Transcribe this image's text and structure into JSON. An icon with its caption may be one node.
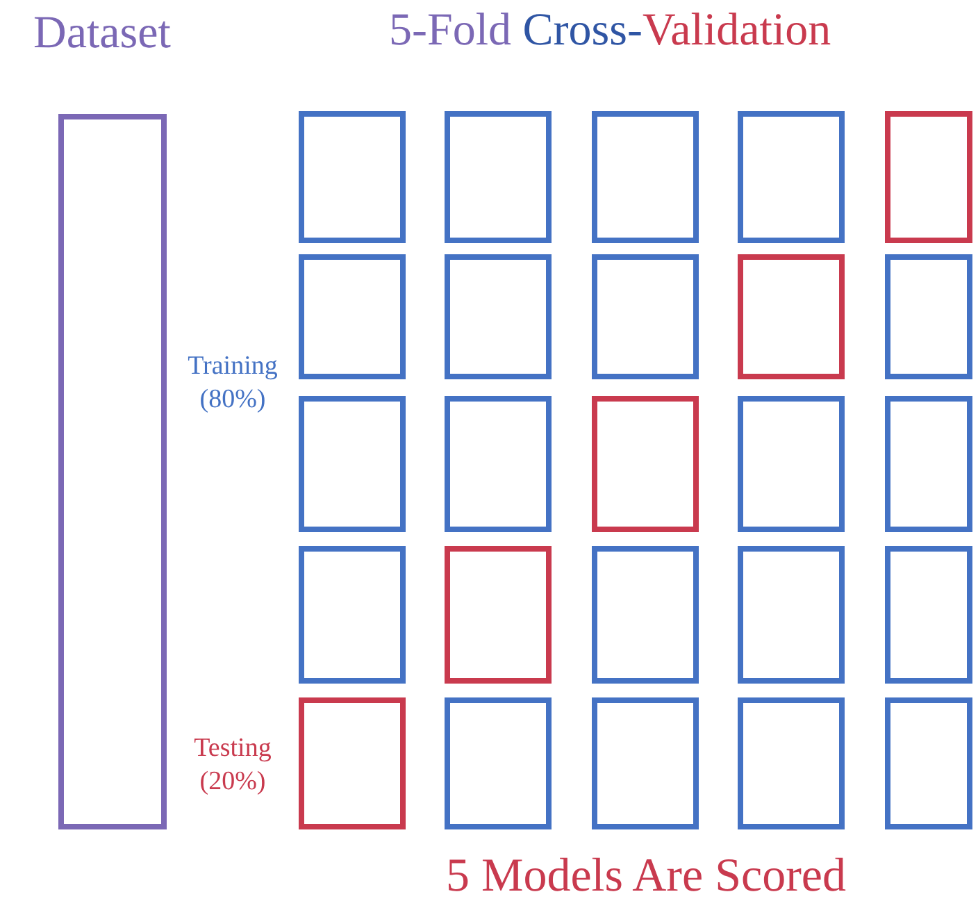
{
  "diagram": {
    "title": "5-Fold Cross-Validation",
    "nodes": [
      {
        "text": [
          "Dataset"
        ]
      },
      {
        "text": [],
        "shape": "box"
      },
      {
        "text": [],
        "shape": "box"
      },
      {
        "text": [],
        "shape": "box"
      },
      {
        "text": [],
        "shape": "box"
      },
      {
        "text": [],
        "shape": "box"
      },
      {
        "text": [],
        "shape": "box"
      },
      {
        "text": [],
        "shape": "box"
      },
      {
        "text": [],
        "shape": "box"
      },
      {
        "text": [],
        "shape": "box"
      },
      {
        "text": [],
        "shape": "box"
      },
      {
        "text": [],
        "shape": "box"
      },
      {
        "text": [],
        "shape": "box"
      },
      {
        "text": [],
        "shape": "box"
      },
      {
        "text": [],
        "shape": "box"
      },
      {
        "text": [],
        "shape": "box"
      },
      {
        "text": [],
        "shape": "box"
      },
      {
        "text": [],
        "shape": "box"
      },
      {
        "text": [],
        "shape": "box"
      },
      {
        "text": [],
        "shape": "box"
      },
      {
        "text": [],
        "shape": "box"
      },
      {
        "text": [],
        "shape": "box"
      },
      {
        "text": [],
        "shape": "box"
      },
      {
        "text": [],
        "shape": "box"
      },
      {
        "text": [],
        "shape": "box"
      },
      {
        "text": [],
        "shape": "box"
      }
    ],
    "labels": [
      "Training (80%)",
      "Testing (20%)"
    ],
    "caption": "5 Models Are Scored"
  }
}
